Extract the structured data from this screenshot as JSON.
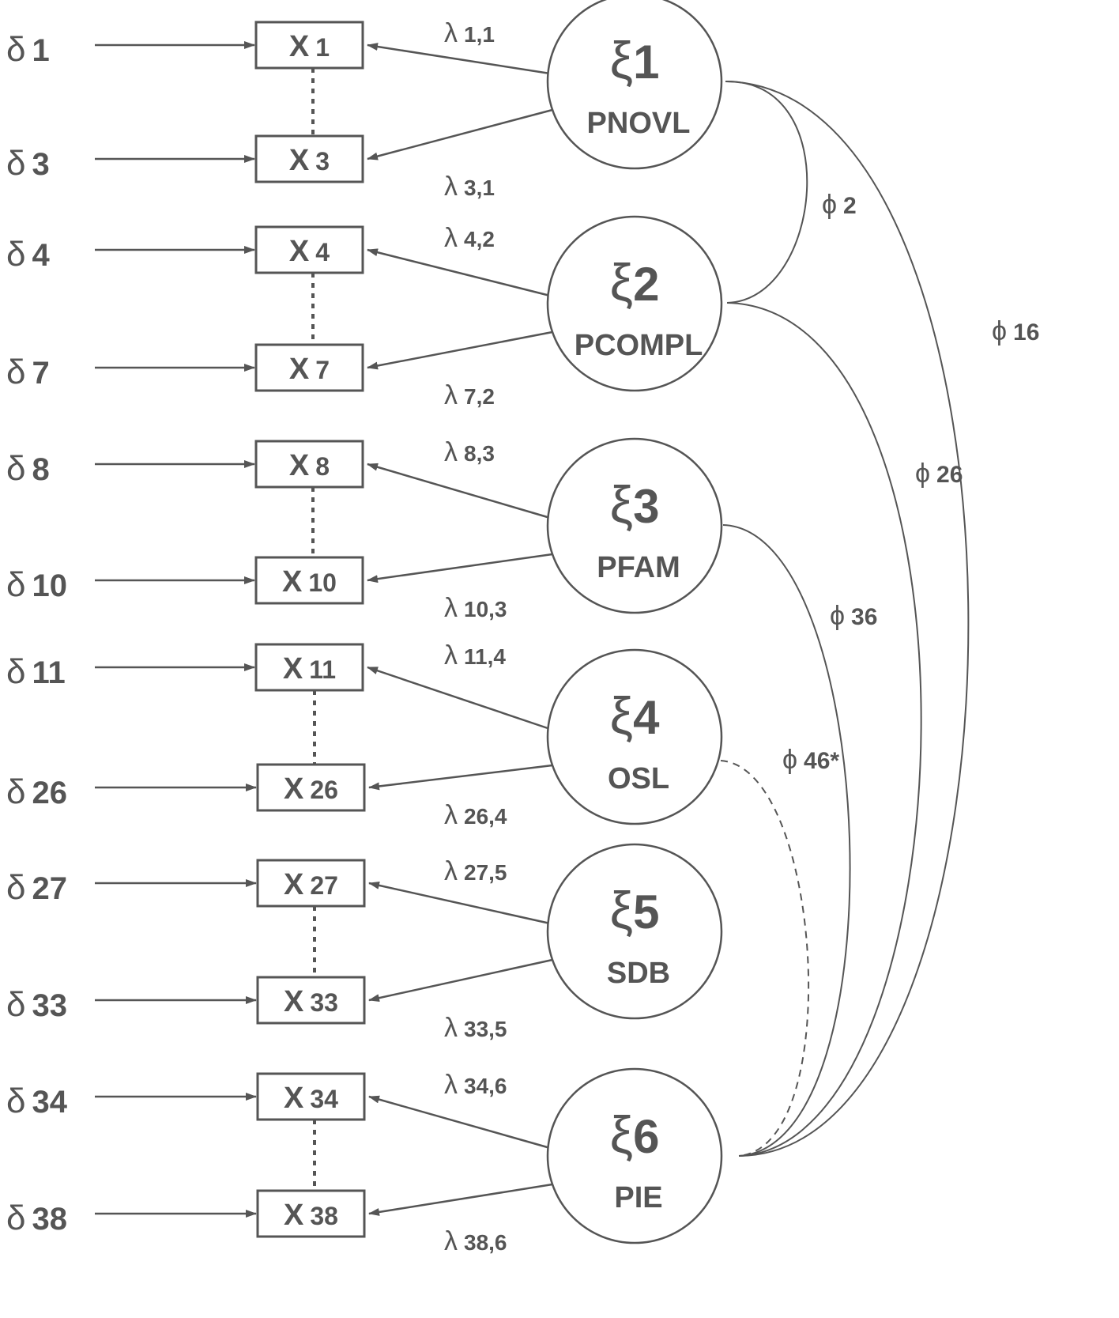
{
  "diagram": {
    "type": "structural-equation-model",
    "colors": {
      "ink": "#555555",
      "background": "#ffffff"
    },
    "indicators": [
      {
        "id": "X1",
        "label": "X 1",
        "error": "δ 1",
        "loading": "λ 1,1",
        "factor": 1
      },
      {
        "id": "X3",
        "label": "X 3",
        "error": "δ 3",
        "loading": "λ 3,1",
        "factor": 1
      },
      {
        "id": "X4",
        "label": "X 4",
        "error": "δ 4",
        "loading": "λ 4,2",
        "factor": 2
      },
      {
        "id": "X7",
        "label": "X 7",
        "error": "δ 7",
        "loading": "λ 7,2",
        "factor": 2
      },
      {
        "id": "X8",
        "label": "X 8",
        "error": "δ 8",
        "loading": "λ 8,3",
        "factor": 3
      },
      {
        "id": "X10",
        "label": "X 10",
        "error": "δ 10",
        "loading": "λ 10,3",
        "factor": 3
      },
      {
        "id": "X11",
        "label": "X 11",
        "error": "δ 11",
        "loading": "λ 11,4",
        "factor": 4
      },
      {
        "id": "X26",
        "label": "X 26",
        "error": "δ 26",
        "loading": "λ 26,4",
        "factor": 4
      },
      {
        "id": "X27",
        "label": "X 27",
        "error": "δ 27",
        "loading": "λ 27,5",
        "factor": 5
      },
      {
        "id": "X33",
        "label": "X 33",
        "error": "δ 33",
        "loading": "λ 33,5",
        "factor": 5
      },
      {
        "id": "X34",
        "label": "X 34",
        "error": "δ 34",
        "loading": "λ 34,6",
        "factor": 6
      },
      {
        "id": "X38",
        "label": "X 38",
        "error": "δ 38",
        "loading": "λ 38,6",
        "factor": 6
      }
    ],
    "factors": [
      {
        "id": 1,
        "symbol": "ξ1",
        "name": "PNOVL"
      },
      {
        "id": 2,
        "symbol": "ξ2",
        "name": "PCOMPL"
      },
      {
        "id": 3,
        "symbol": "ξ3",
        "name": "PFAM"
      },
      {
        "id": 4,
        "symbol": "ξ4",
        "name": "OSL"
      },
      {
        "id": 5,
        "symbol": "ξ5",
        "name": "SDB"
      },
      {
        "id": 6,
        "symbol": "ξ6",
        "name": "PIE"
      }
    ],
    "covariances": [
      {
        "label": "ϕ 2",
        "from": 1,
        "to": 2,
        "style": "solid"
      },
      {
        "label": "ϕ 16",
        "from": 1,
        "to": 6,
        "style": "solid"
      },
      {
        "label": "ϕ 26",
        "from": 2,
        "to": 6,
        "style": "solid"
      },
      {
        "label": "ϕ 36",
        "from": 3,
        "to": 6,
        "style": "solid"
      },
      {
        "label": "ϕ 46*",
        "from": 4,
        "to": 6,
        "style": "dashed"
      }
    ]
  }
}
